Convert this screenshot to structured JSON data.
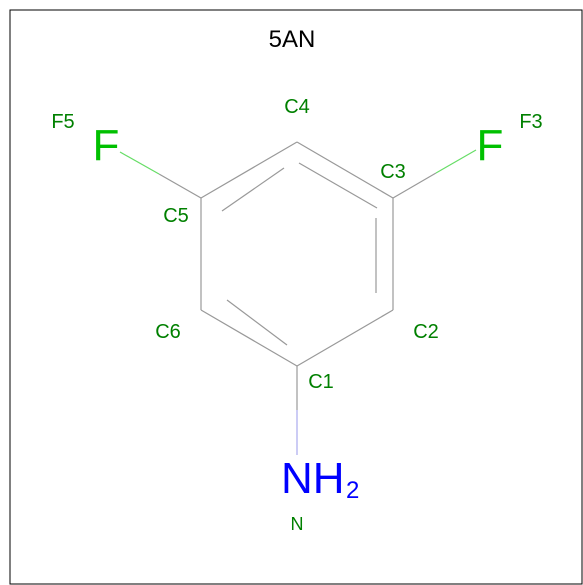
{
  "title": "5AN",
  "colors": {
    "border": "#000000",
    "bond": "#999999",
    "atom_label": "#008000",
    "fluorine": "#00c000",
    "nitrogen": "#0000ff",
    "title": "#000000"
  },
  "atom_labels": {
    "C1": "C1",
    "C2": "C2",
    "C3": "C3",
    "C4": "C4",
    "C5": "C5",
    "C6": "C6",
    "F3": "F3",
    "F5": "F5",
    "N": "N"
  },
  "element_symbols": {
    "fluorine_right": "F",
    "fluorine_left": "F",
    "amine_nh": "NH",
    "amine_sub": "2"
  }
}
